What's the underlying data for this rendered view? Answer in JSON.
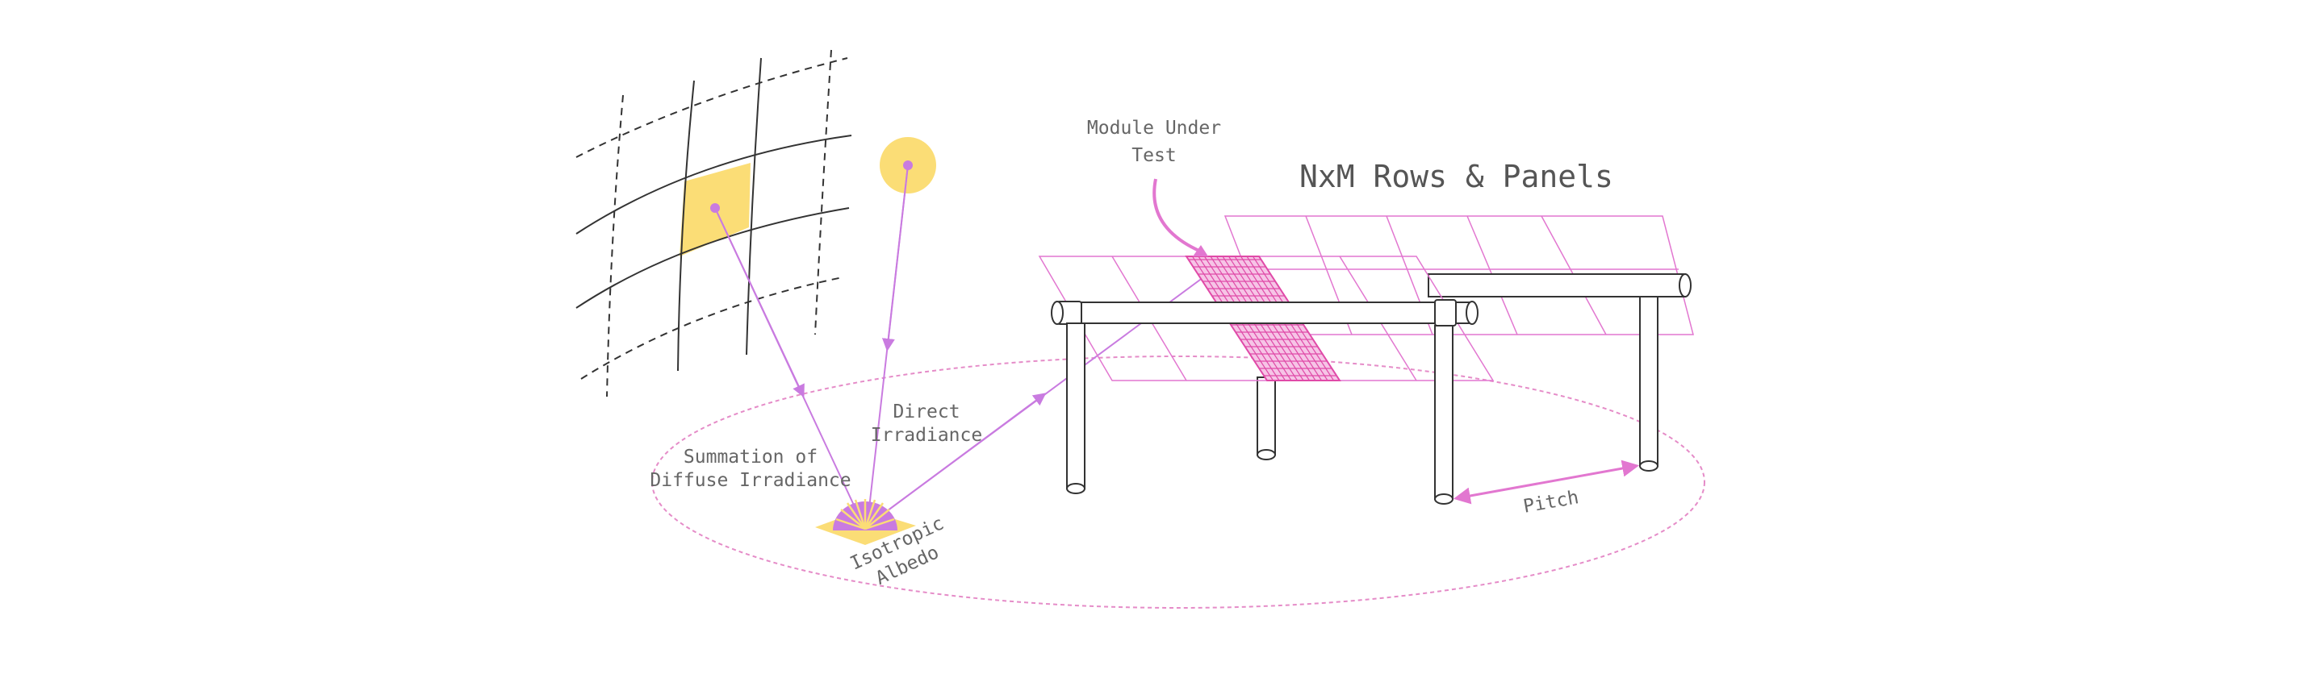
{
  "labels": {
    "module_line1": "Module Under",
    "module_line2": "Test",
    "rows_panels": "NxM Rows & Panels",
    "direct_line1": "Direct",
    "direct_line2": "Irradiance",
    "diffuse_line1": "Summation of",
    "diffuse_line2": "Diffuse Irradiance",
    "albedo_line1": "Isotropic",
    "albedo_line2": "Albedo",
    "pitch": "Pitch"
  },
  "colors": {
    "sun": "#fbdd76",
    "ray": "#c97be0",
    "panel": "#e277d0",
    "module": "#e04aa8",
    "ground": "#e58cc8",
    "structure": "#333333"
  }
}
